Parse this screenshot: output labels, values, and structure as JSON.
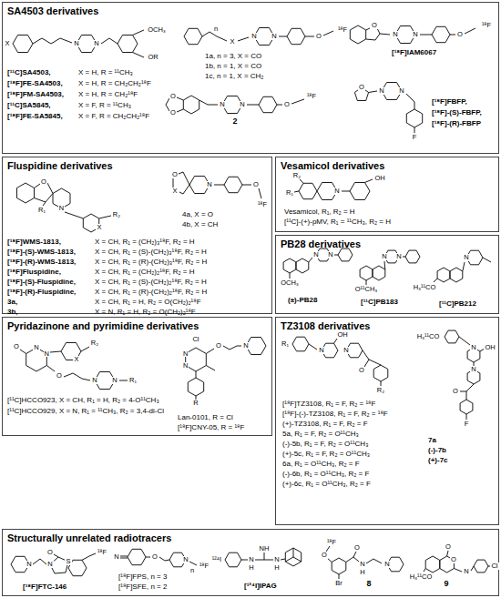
{
  "diagram": {
    "nodes": [
      {
        "text": [
          "SA4503 derivatives"
        ]
      },
      {
        "text": [
          "Fluspidine derivatives"
        ]
      },
      {
        "text": [
          "Vesamicol derivatives"
        ]
      },
      {
        "text": [
          "PB28 derivatives"
        ]
      },
      {
        "text": [
          "Pyridazinone and pyrimidine derivatives"
        ]
      },
      {
        "text": [
          "TZ3108 derivatives"
        ]
      },
      {
        "text": [
          "Structurally unrelated radiotracers"
        ]
      }
    ],
    "labels": [
      "X",
      "N",
      "N",
      "OCH₃",
      "OR",
      "[¹¹C]SA4503,",
      "X = H, R = ¹¹CH₃",
      "[¹⁸F]FE-SA4503,",
      "X = H, R = CH₂CH₂¹⁸F",
      "[¹⁸F]FM-SA4503,",
      "X = H, R = CH₂¹⁸F",
      "[¹¹C]SA5845,",
      "X = F, R = ¹¹CH₃",
      "[¹⁸F]FE-SA5845,",
      "X = F, R = CH₂CH₂¹⁸F",
      "n",
      "X",
      "N",
      "N",
      "O",
      "¹⁸F",
      "1a, n = 3, X = CO",
      "1b, n = 1, X = CO",
      "1c, n = 1, X = CH₂",
      "O",
      "N",
      "N",
      "O",
      "¹⁸F",
      "[¹⁸F]IAM6067",
      "O",
      "O",
      "N",
      "N",
      "O",
      "¹⁸F",
      "2",
      "O",
      "N",
      "N",
      "F",
      "[¹⁸F]FBFP,",
      "[¹⁸F]-(S)-FBFP,",
      "[¹⁸F]-(R)-FBFP",
      "O",
      "R₁",
      "N",
      "X",
      "R₂",
      "O",
      "X",
      "N",
      "O",
      "¹⁸F",
      "4a, X = O",
      "4b, X = CH",
      "[¹⁸F]WMS-1813,",
      "X = CH, R₁ = (CH₂)₃¹⁸F, R₂ = H",
      "[¹⁸F]-(S)-WMS-1813,",
      "X = CH, R₁ = (S)-(CH₂)₃¹⁸F, R₂ = H",
      "[¹⁸F]-(R)-WMS-1813,",
      "X = CH, R₁ = (R)-(CH₂)₃¹⁸F, R₂ = H",
      "[¹⁸F]Fluspidine,",
      "X = CH, R₁ = (CH₂)₂¹⁸F, R₂ = H",
      "[¹⁸F]-(S)-Fluspidine,",
      "X = CH, R₁ = (S)-(CH₂)₂¹⁸F, R₂ = H",
      "[¹⁸F]-(R)-Fluspidine,",
      "X = CH, R₁ = (R)-(CH₂)₂¹⁸F, R₂ = H",
      "3a,",
      "X = CH, R₁ = H, R₂ = O(CH₂)₂¹⁸F",
      "3b,",
      "X = N, R₁ = H, R₂ = O(CH₂)₂¹⁸F",
      "R₁",
      "R₂",
      "N",
      "OH",
      "Vesamicol, R₁, R₂ = H",
      "[¹¹C]-(+)-pMV, R₁ = ¹¹CH₃, R₂ = H",
      "OCH₃",
      "N",
      "N",
      "(±)-PB28",
      "O¹¹CH₃",
      "N",
      "N",
      "[¹¹C]PB183",
      "H₃¹¹CO",
      "N",
      "[¹¹C]PB212",
      "O",
      "N",
      "N",
      "X",
      "R₂",
      "O",
      "N",
      "N",
      "R₁",
      "[¹¹C]HCCO923, X = CH, R₁ = H, R₂ = 4-O¹¹CH₃",
      "[¹¹C]HCCO929, X = N, R₁ = ¹¹CH₃, R₂ = 3,4-di-Cl",
      "Cl",
      "N",
      "N",
      "O",
      "N",
      "R",
      "Lan-0101, R = Cl",
      "[¹⁸F]CNY-05, R = ¹⁸F",
      "R₁",
      "N",
      "OH",
      "N",
      "O",
      "R₂",
      "[¹⁸F]TZ3108, R₁ = F, R₂ = ¹⁸F",
      "[¹⁸F]-(-)-TZ3108, R₁ = F, R₂ = ¹⁸F",
      "(+)-TZ3108, R₁ = F, R₂ = F",
      "5a, R₁ = F, R₂ = O¹¹CH₃",
      "(-)-5b, R₁ = F, R₂ = O¹¹CH₃",
      "(+)-5c, R₁ = F, R₂ = O¹¹CH₃",
      "6a, R₁ = O¹¹CH₃, R₂ = F",
      "(-)-6b, R₁ = O¹¹CH₃, R₂ = F",
      "(+)-6c, R₁ = O¹¹CH₃, R₂ = F",
      "H₃¹¹CO",
      "N",
      "OH",
      "N",
      "O",
      "F",
      "7a",
      "(-)-7b",
      "(+)-7c",
      "N",
      "N",
      "O",
      "S",
      "¹⁸F",
      "[¹⁸F]FTC-146",
      "N",
      "O",
      "N",
      "n",
      "¹⁸F",
      "[¹⁸F]FPS, n = 3",
      "[¹⁸F]SFE, n = 2",
      "¹²⁴I",
      "N",
      "H",
      "NH",
      "N",
      "H",
      "[¹²⁴I]IPAG",
      "¹⁸F",
      "O",
      "Br",
      "O",
      "N",
      "H",
      "N",
      "8",
      "H₃¹¹CO",
      "O",
      "O",
      "N",
      "Cl",
      "9"
    ]
  }
}
